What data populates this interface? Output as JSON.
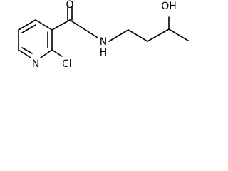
{
  "molecule": {
    "atoms": {
      "pyridine_n": "N",
      "chlorine": "Cl",
      "carbonyl_o": "O",
      "amide_nh": "N",
      "amide_h": "H",
      "hydroxyl": "OH"
    }
  }
}
